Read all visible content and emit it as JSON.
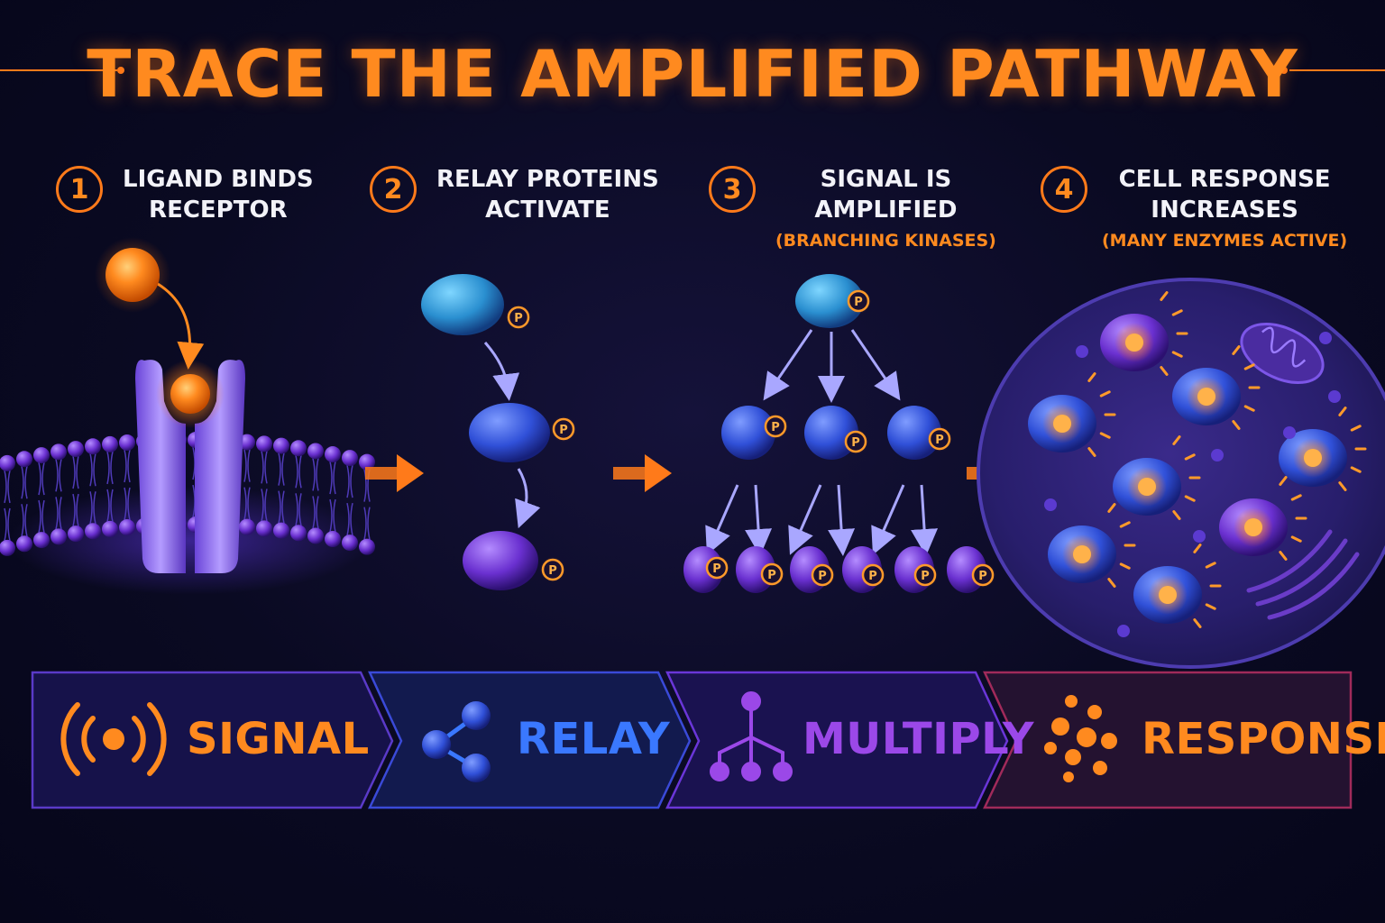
{
  "title": "TRACE THE AMPLIFIED PATHWAY",
  "steps": [
    {
      "number": "1",
      "lines": [
        "LIGAND BINDS",
        "RECEPTOR"
      ],
      "sub": ""
    },
    {
      "number": "2",
      "lines": [
        "RELAY PROTEINS",
        "ACTIVATE"
      ],
      "sub": ""
    },
    {
      "number": "3",
      "lines": [
        "SIGNAL IS",
        "AMPLIFIED"
      ],
      "sub": "(BRANCHING KINASES)"
    },
    {
      "number": "4",
      "lines": [
        "CELL RESPONSE",
        "INCREASES"
      ],
      "sub": "(MANY ENZYMES ACTIVE)"
    }
  ],
  "phospho_label": "P",
  "banner": [
    {
      "label": "SIGNAL",
      "icon": "signal-waves-icon",
      "color": "#ff8a1f"
    },
    {
      "label": "RELAY",
      "icon": "molecule-chain-icon",
      "color": "#3a78ff"
    },
    {
      "label": "MULTIPLY",
      "icon": "branching-tree-icon",
      "color": "#9b48e8"
    },
    {
      "label": "RESPONSE",
      "icon": "dot-cluster-icon",
      "color": "#ff8a1f"
    }
  ],
  "colors": {
    "accent": "#ff7a1a",
    "background": "#0a0a22",
    "receptor": "#8a5cf0",
    "relay_blue": "#3a6cf0",
    "relay_purple": "#6a2fd0"
  }
}
